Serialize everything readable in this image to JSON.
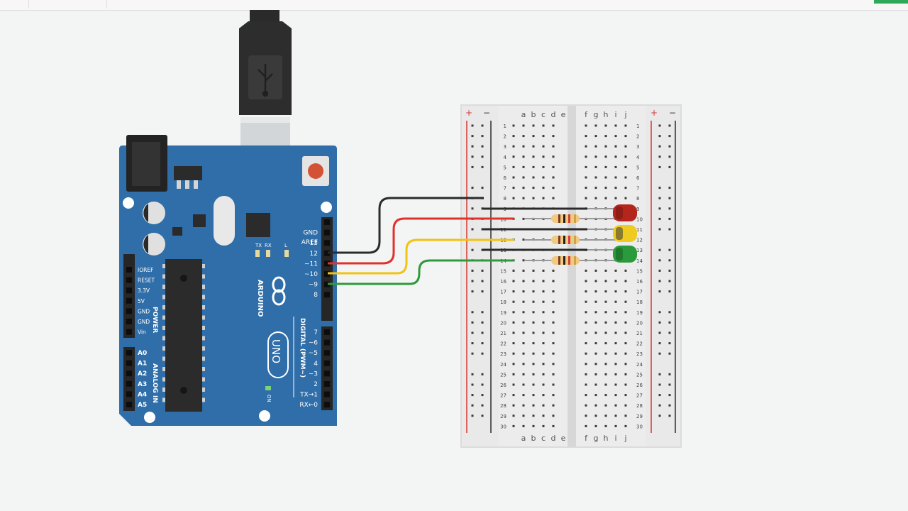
{
  "board": {
    "left_headers": [
      "IOREF",
      "RESET",
      "3.3V",
      "5V",
      "GND",
      "GND",
      "Vin"
    ],
    "analog_pins": [
      "A0",
      "A1",
      "A2",
      "A3",
      "A4",
      "A5"
    ],
    "power_label": "POWER",
    "analog_label": "ANALOG IN",
    "digital_top": [
      "AREF",
      "GND",
      "13",
      "12",
      "~11",
      "~10",
      "~9",
      "8"
    ],
    "digital_bottom": [
      "7",
      "~6",
      "~5",
      "4",
      "~3",
      "2",
      "TX→1",
      "RX←0"
    ],
    "digital_label": "DIGITAL (PWM~)",
    "brand": "ARDUINO",
    "model": "UNO",
    "led_labels": [
      "TX",
      "RX",
      "L"
    ],
    "on_label": "ON"
  },
  "breadboard": {
    "plus": "+",
    "minus": "−",
    "cols_left": [
      "a",
      "b",
      "c",
      "d",
      "e"
    ],
    "cols_right": [
      "f",
      "g",
      "h",
      "i",
      "j"
    ],
    "rows": [
      "1",
      "2",
      "3",
      "4",
      "5",
      "6",
      "7",
      "8",
      "9",
      "10",
      "11",
      "12",
      "13",
      "14",
      "15",
      "16",
      "17",
      "18",
      "19",
      "20",
      "21",
      "22",
      "23",
      "24",
      "25",
      "26",
      "27",
      "28",
      "29",
      "30"
    ]
  },
  "colors": {
    "board_blue": "#2f6ea8",
    "wire_black": "#2b2b2b",
    "wire_red": "#e0312b",
    "wire_yellow": "#f2c313",
    "wire_green": "#2f9a3a",
    "led_red": "#b4261c",
    "led_yellow": "#f0cb1f",
    "led_green": "#2a9a3c"
  }
}
